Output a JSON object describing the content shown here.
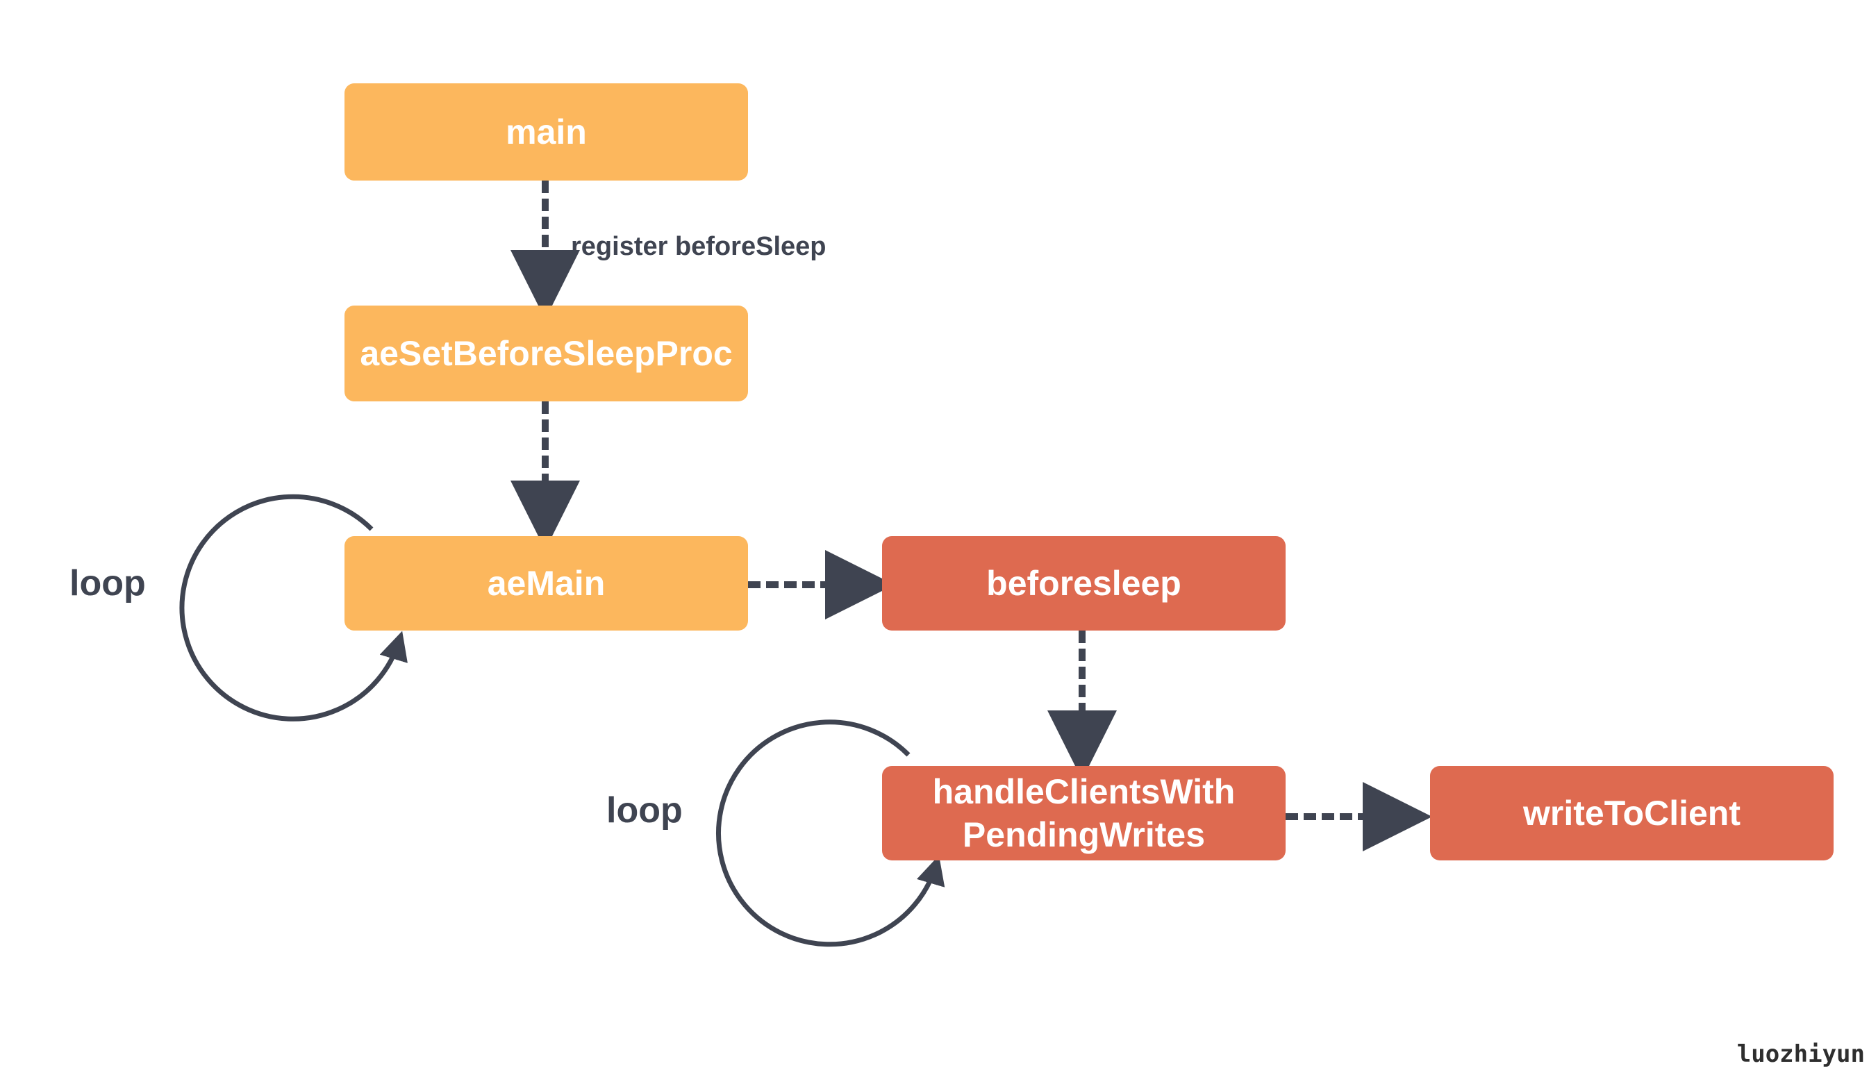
{
  "colors": {
    "orange_node": "#FCB75D",
    "red_node": "#DE6A50",
    "arrow": "#3F4451",
    "text_on_node": "#FFFFFF"
  },
  "nodes": {
    "main": "main",
    "ae_set_before_sleep_proc": "aeSetBeforeSleepProc",
    "ae_main": "aeMain",
    "beforesleep": "beforesleep",
    "handle_clients_line1": "handleClientsWith",
    "handle_clients_line2": "PendingWrites",
    "write_to_client": "writeToClient"
  },
  "edges": {
    "register_label": "register beforeSleep"
  },
  "loops": {
    "loop_1": "loop",
    "loop_2": "loop"
  },
  "signature": "luozhiyun"
}
